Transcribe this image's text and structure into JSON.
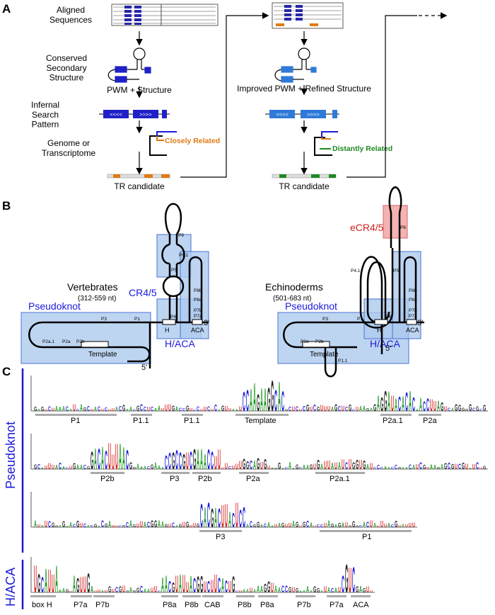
{
  "panel_a": {
    "letter": "A",
    "aligned_sequences": "Aligned\nSequences",
    "conserved": "Conserved\nSecondary\nStructure",
    "infernal": "Infernal\nSearch\nPattern",
    "pwm_structure": "PWM + Structure",
    "genome": "Genome or\nTranscriptome",
    "closely_related": "Closely Related",
    "tr_candidate_1": "TR candidate",
    "improved": "Improved PWM + Refined Structure",
    "distantly_related": "Distantly Related",
    "tr_candidate_2": "TR candidate"
  },
  "panel_b": {
    "letter": "B",
    "vert": {
      "title": "Vertebrates",
      "range": "(312-559 nt)",
      "cr45": "CR4/5",
      "pseudoknot": "Pseudoknot",
      "haca": "H/ACA",
      "template": "Template",
      "prime3": "3'",
      "prime5": "5'",
      "p6": "P6",
      "p61": "P6.1",
      "p5": "P5",
      "p4": "P4",
      "p3": "P3",
      "p1": "P1",
      "p2a1": "P2a.1",
      "p2a": "P2a",
      "p2b": "P2b",
      "p8b": "P8b",
      "p8a": "P8a",
      "p7b": "P7b",
      "p7a": "P7a",
      "h": "H",
      "aca": "ACA"
    },
    "echi": {
      "title": "Echinoderms",
      "range": "(501-683 nt)",
      "ecr45": "eCR4/5",
      "pseudoknot": "Pseudoknot",
      "haca": "H/ACA",
      "template": "Template",
      "prime3": "3'",
      "prime5": "5'",
      "p6": "P6",
      "p41": "P4.1",
      "p5": "P5",
      "p4": "P4",
      "p3": "P3",
      "p1": "P1",
      "p2a": "P2a",
      "p2b": "P2b",
      "p11": "P1.1",
      "p8b": "P8b",
      "p8a": "P8a",
      "p7b": "P7b",
      "p7a": "P7a",
      "h": "H",
      "aca": "ACA"
    }
  },
  "panel_c": {
    "letter": "C",
    "side_pseudoknot": "Pseudoknot",
    "side_haca": "H/ACA",
    "row1": [
      "P1",
      "P1.1",
      "P1.1",
      "Template",
      "P2a.1",
      "P2a"
    ],
    "row2": [
      "P2b",
      "P3",
      "P2b",
      "P2a",
      "P2a.1"
    ],
    "row3": [
      "P3",
      "P1"
    ],
    "row4": [
      "box H",
      "P7a",
      "P7b",
      "P8a",
      "P8b",
      "CAB",
      "P8b",
      "P8a",
      "P7b",
      "P7a",
      "ACA"
    ]
  },
  "colors": {
    "structure_blue": "#1a1adb",
    "box_fill": "#aecbef",
    "box_stroke": "#4a72d0",
    "ecr_fill": "#f3a5a5",
    "orange": "#e07a14",
    "green": "#1d8a22",
    "red": "#d41f1f"
  }
}
